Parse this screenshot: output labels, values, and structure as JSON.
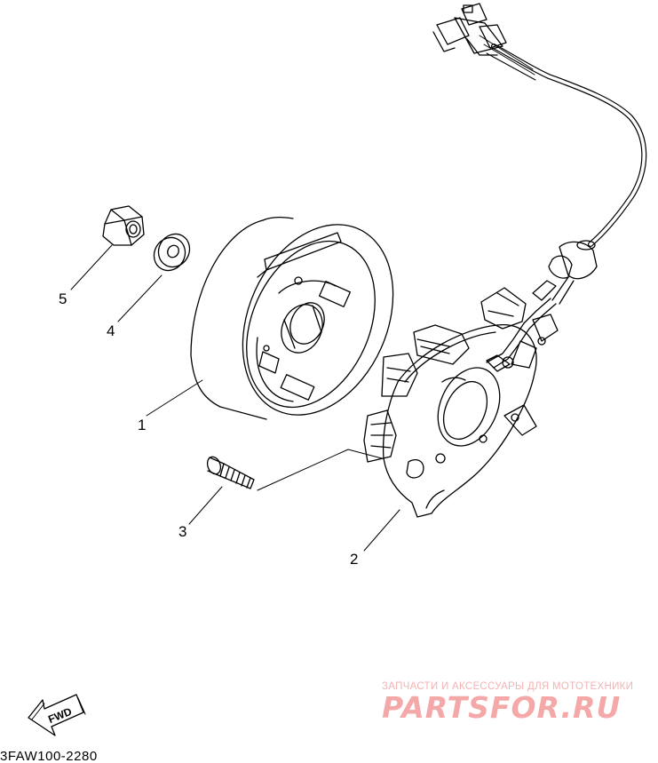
{
  "parts": [
    {
      "number": "1",
      "name": "rotor-flywheel"
    },
    {
      "number": "2",
      "name": "stator-assembly"
    },
    {
      "number": "3",
      "name": "screw"
    },
    {
      "number": "4",
      "name": "washer"
    },
    {
      "number": "5",
      "name": "nut"
    }
  ],
  "fwd_label": "FWD",
  "diagram_code": "3FAW100-2280",
  "watermark": {
    "tagline": "ЗАПЧАСТИ И АКСЕССУАРЫ ДЛЯ МОТОТЕХНИКИ",
    "site": "PARTSFOR.RU",
    "color": "#f5a8a8"
  }
}
